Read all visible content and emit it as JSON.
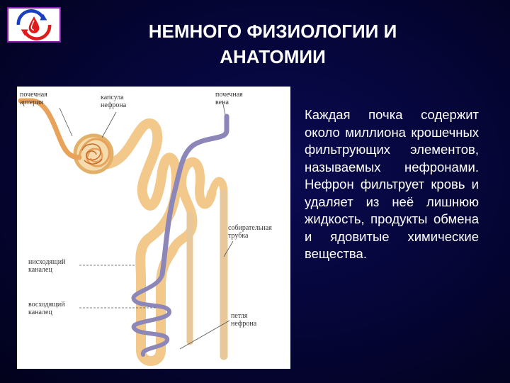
{
  "slide": {
    "title": "НЕМНОГО ФИЗИОЛОГИИ И АНАТОМИИ",
    "body": "Каждая почка содержит около миллиона крошечных фильтрующих элементов, называемых нефронами. Нефрон фильтрует кровь и удаляет из неё лишнюю жидкость, продукты обмена и ядовитые химические вещества."
  },
  "logo": {
    "icon": "blood-drop-arrows-logo",
    "colors": [
      "#e01b1b",
      "#1a3fbf",
      "#8a1ab0"
    ]
  },
  "figure": {
    "labels": {
      "renal_artery": "почечная\nартерия",
      "capsule": "капсула\nнефрона",
      "renal_vein": "почечная\nвена",
      "collecting_duct": "собирательная\nтрубка",
      "descending": "нисходящий\nканалец",
      "ascending": "восходящий\nканалец",
      "loop": "петля\nнефрона"
    },
    "colors": {
      "tubule": "#f2c98a",
      "artery": "#e8a25a",
      "vein": "#8c87b8",
      "duct": "#e8c89a"
    }
  }
}
